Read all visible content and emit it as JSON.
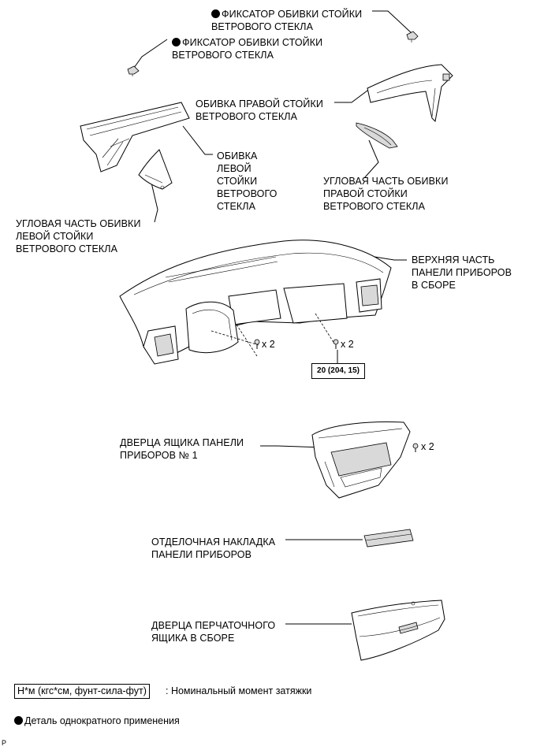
{
  "labels": {
    "clip_right": "ФИКСАТОР ОБИВКИ СТОЙКИ\nВЕТРОВОГО СТЕКЛА",
    "clip_left": "ФИКСАТОР ОБИВКИ СТОЙКИ\nВЕТРОВОГО СТЕКЛА",
    "pillar_right": "ОБИВКА ПРАВОЙ СТОЙКИ\nВЕТРОВОГО СТЕКЛА",
    "pillar_left": "ОБИВКА\nЛЕВОЙ\nСТОЙКИ\nВЕТРОВОГО\nСТЕКЛА",
    "corner_right": "УГЛОВАЯ ЧАСТЬ ОБИВКИ\nПРАВОЙ СТОЙКИ\nВЕТРОВОГО СТЕКЛА",
    "corner_left": "УГЛОВАЯ ЧАСТЬ ОБИВКИ\nЛЕВОЙ СТОЙКИ\nВЕТРОВОГО СТЕКЛА",
    "upper_panel": "ВЕРХНЯЯ ЧАСТЬ\nПАНЕЛИ ПРИБОРОВ\nВ СБОРЕ",
    "box_door": "ДВЕРЦА ЯЩИКА ПАНЕЛИ\nПРИБОРОВ № 1",
    "finish_plate": "ОТДЕЛОЧНАЯ НАКЛАДКА\nПАНЕЛИ ПРИБОРОВ",
    "glove_box": "ДВЕРЦА ПЕРЧАТОЧНОГО\nЯЩИКА В СБОРЕ"
  },
  "quantities": {
    "screws_left": "x 2",
    "screws_right": "x 2",
    "screws_box": "x 2"
  },
  "torque_value": "20 (204, 15)",
  "legend": {
    "torque_unit": "Н*м (кгс*см, фунт-сила-фут)",
    "torque_desc": ": Номинальный момент затяжки",
    "single_use": "Деталь однократного применения"
  },
  "corner_mark": "P"
}
